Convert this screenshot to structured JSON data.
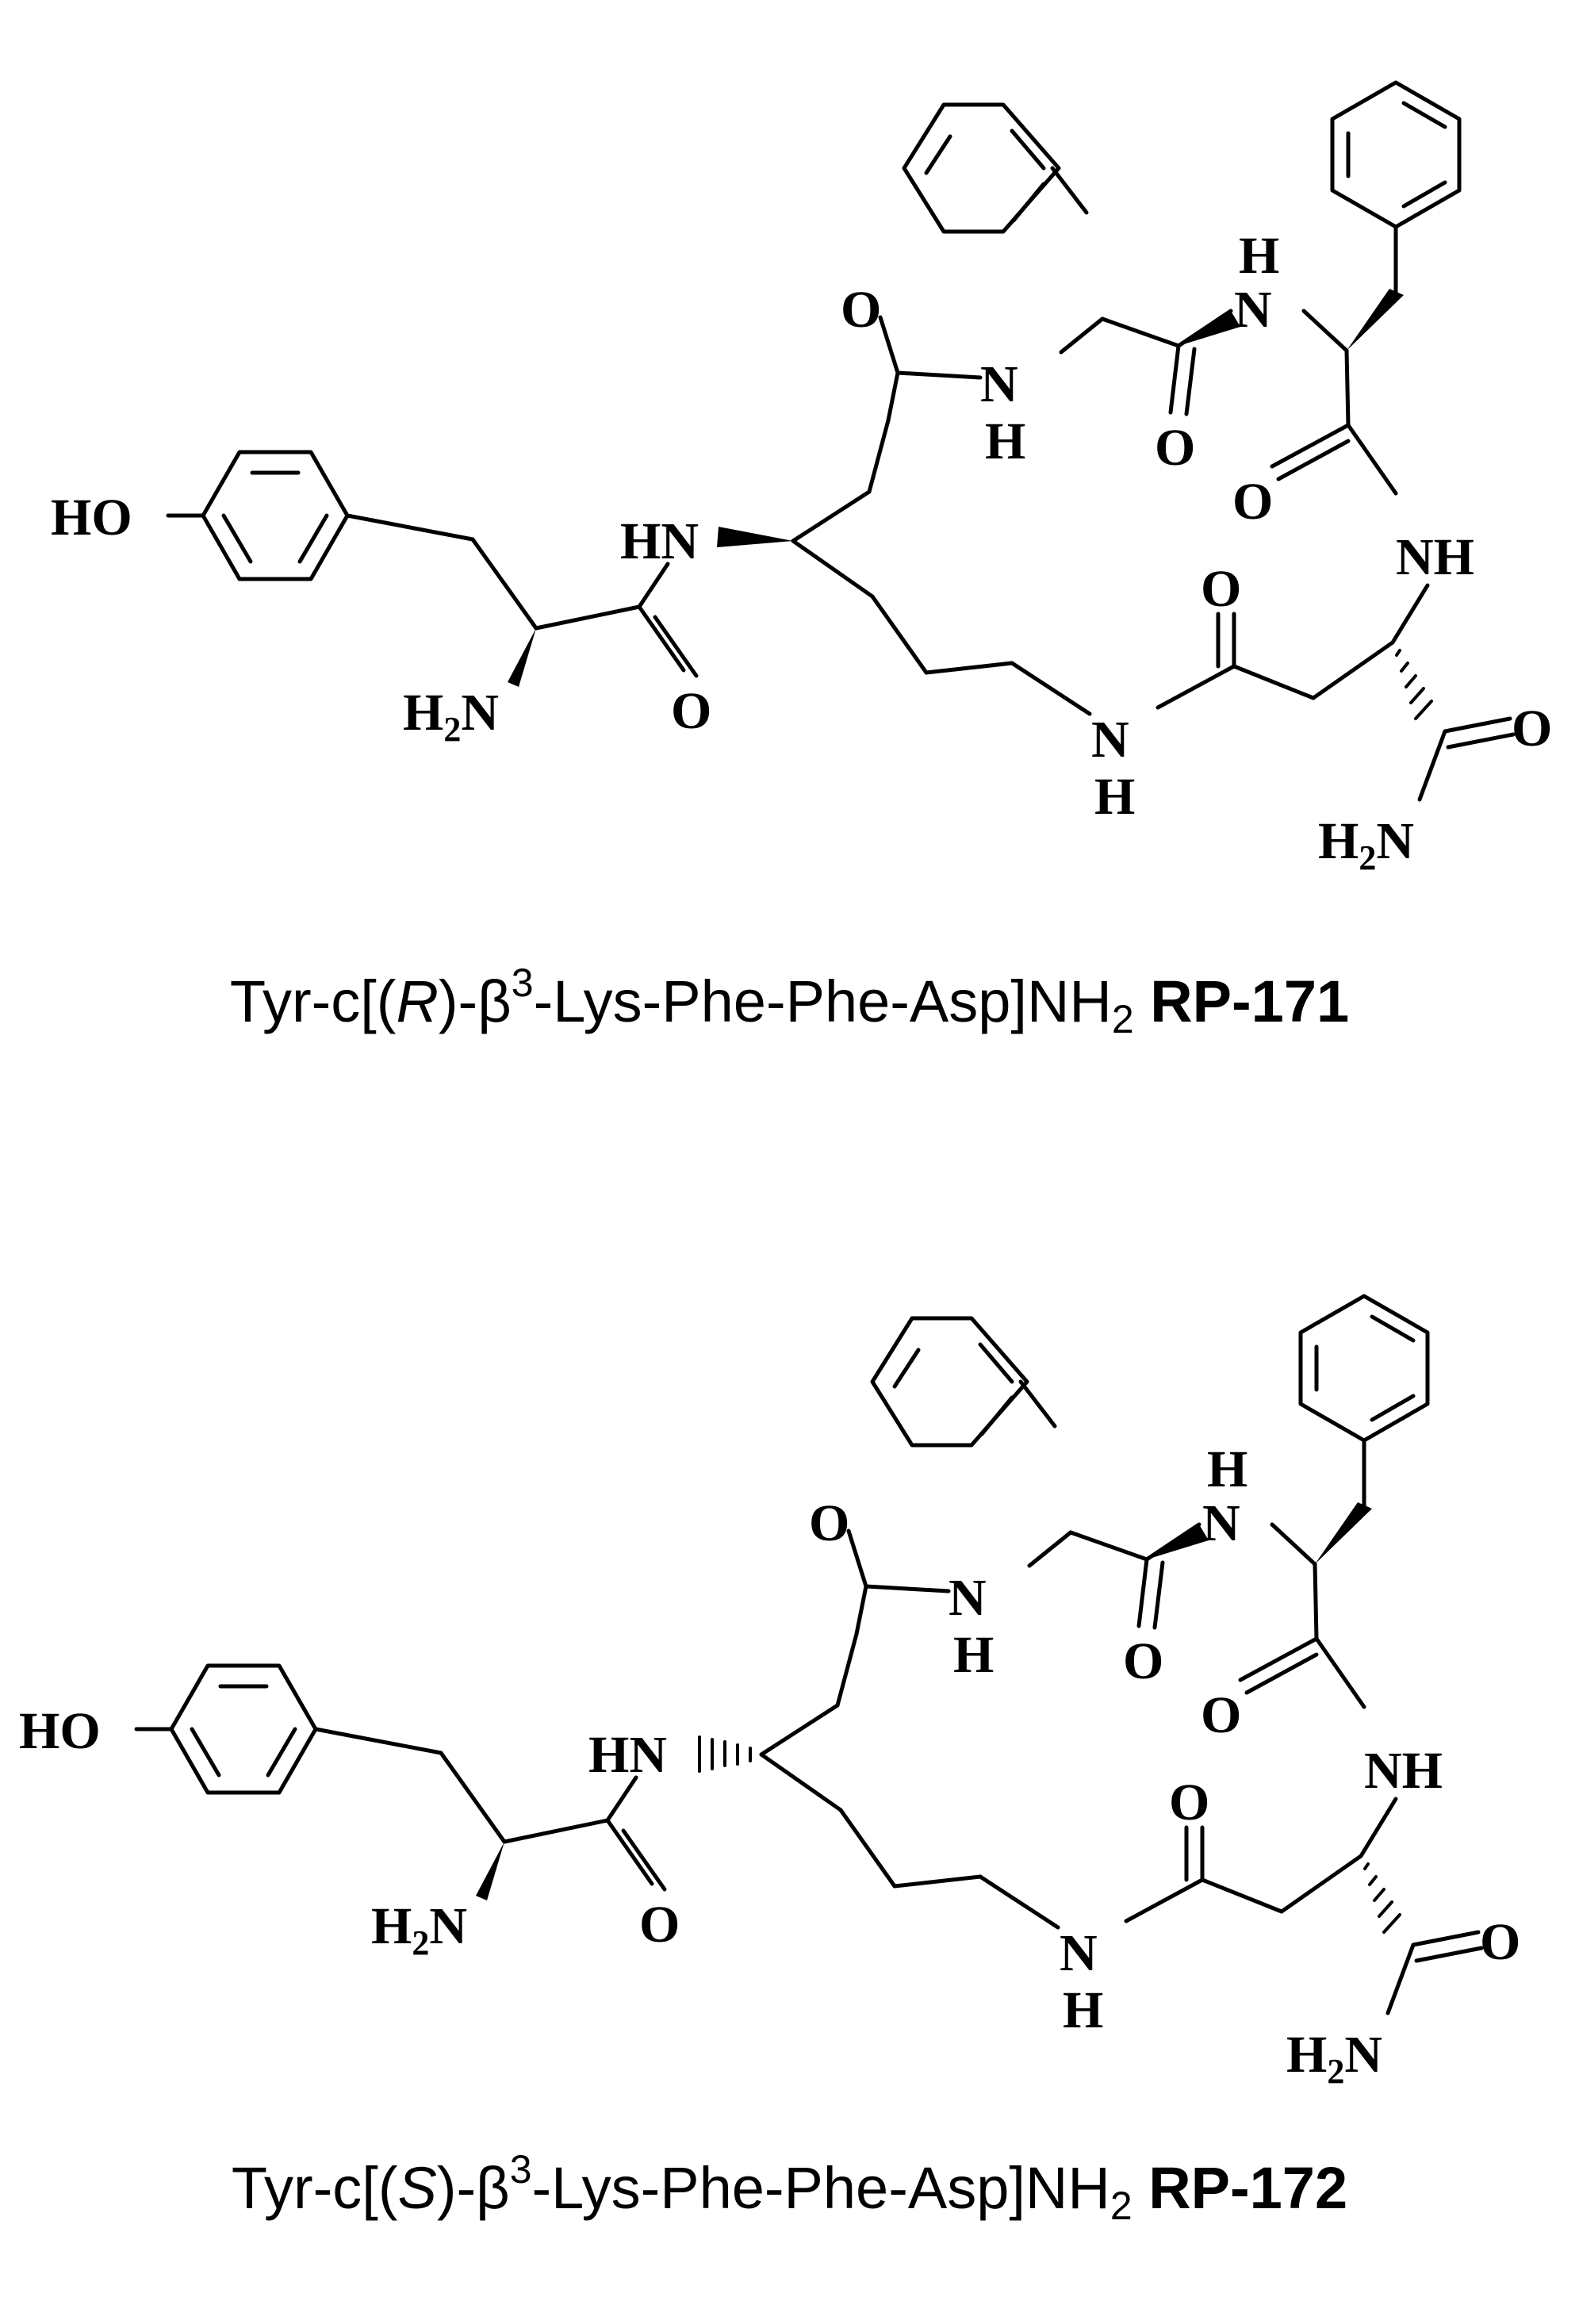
{
  "structures": [
    {
      "caption": {
        "prefix": "Tyr-c[(",
        "config": "R",
        "mid": ")-β",
        "sup": "3",
        "rest": "-Lys-Phe-Phe-Asp]NH",
        "sub": "2",
        "compound_id": "RP-171"
      },
      "labels": {
        "ho": "HO",
        "h2n_h": "H",
        "h2n_2": "2",
        "h2n_n": "N",
        "tyr_o": "O",
        "hn": "HN",
        "o_top": "O",
        "nh1_n": "N",
        "nh1_h": "H",
        "o_mid": "O",
        "nh2_h": "H",
        "nh2_n": "N",
        "o_phe2": "O",
        "nh3": "NH",
        "o_asp": "O",
        "nh4_n": "N",
        "nh4_h": "H",
        "o_amide": "O",
        "amide_h": "H",
        "amide_2": "2",
        "amide_n": "N"
      }
    },
    {
      "caption": {
        "prefix": "Tyr-c[(",
        "config": "S",
        "mid": ")-β",
        "sup": "3",
        "rest": "-Lys-Phe-Phe-Asp]NH",
        "sub": "2",
        "compound_id": "RP-172"
      },
      "labels": {
        "ho": "HO",
        "h2n_h": "H",
        "h2n_2": "2",
        "h2n_n": "N",
        "tyr_o": "O",
        "hn": "HN",
        "o_top": "O",
        "nh1_n": "N",
        "nh1_h": "H",
        "o_mid": "O",
        "nh2_h": "H",
        "nh2_n": "N",
        "o_phe2": "O",
        "nh3": "NH",
        "o_asp": "O",
        "nh4_n": "N",
        "nh4_h": "H",
        "o_amide": "O",
        "amide_h": "H",
        "amide_2": "2",
        "amide_n": "N"
      }
    }
  ]
}
